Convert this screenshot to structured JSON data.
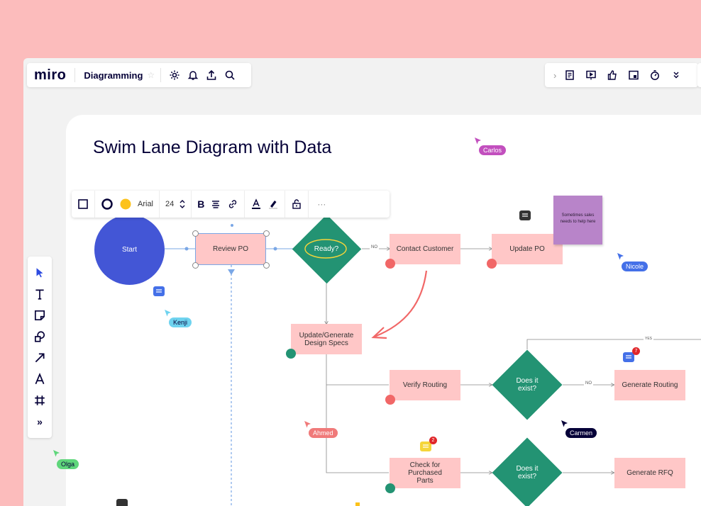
{
  "app": {
    "logo": "miro",
    "board_name": "Diagramming",
    "top_icons": [
      "settings-icon",
      "bell-icon",
      "share-icon",
      "search-icon"
    ],
    "right_icons": [
      "notes-icon",
      "present-icon",
      "vote-icon",
      "card-icon",
      "timer-icon",
      "more-icon"
    ]
  },
  "board": {
    "title": "Swim Lane Diagram with Data"
  },
  "context_toolbar": {
    "font": "Arial",
    "font_size": "24",
    "bold": "B",
    "more": "···"
  },
  "left_tools": [
    "select-tool",
    "text-tool",
    "sticky-note-tool",
    "shapes-tool",
    "arrow-tool",
    "pen-tool",
    "frame-tool",
    "more-tools"
  ],
  "more_tools_label": "»",
  "nodes": {
    "start": "Start",
    "review_po": "Review PO",
    "ready": "Ready?",
    "contact_customer": "Contact Customer",
    "update_po": "Update PO",
    "update_specs": "Update/Generate Design Specs",
    "verify_routing": "Verify Routing",
    "exist1": "Does it exist?",
    "generate_routing": "Generate Routing",
    "check_parts": "Check for Purchased Parts",
    "exist2": "Does it exist?",
    "generate_rfq": "Generate RFQ"
  },
  "edge_labels": {
    "no1": "NO",
    "no2": "NO",
    "yes": "YES"
  },
  "sticky": "Sometimes sales needs to help here",
  "badges": {
    "comment_blue": "7",
    "comment_yellow": "2"
  },
  "cursors": {
    "carlos": "Carlos",
    "nicole": "Nicole",
    "kenji": "Kenji",
    "ahmed": "Ahmed",
    "carmen": "Carmen",
    "olga": "Olga"
  },
  "colors": {
    "background": "#fcbcbc",
    "node_pink": "#ffc7c7",
    "diamond_green": "#239373",
    "start_blue": "#4356d6",
    "carlos": "#c24fbe",
    "nicole": "#4470e8",
    "kenji": "#6fd3ef",
    "ahmed": "#f07a7a",
    "carmen": "#050038",
    "olga": "#5fd67b"
  }
}
